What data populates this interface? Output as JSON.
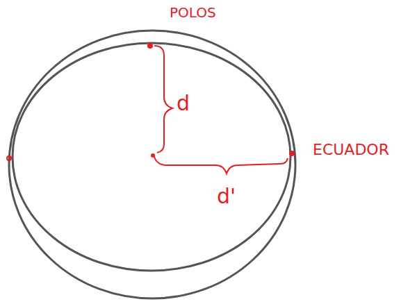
{
  "diagram": {
    "labels": [
      "POLOS",
      "ECUADOR",
      "d",
      "d'"
    ]
  }
}
